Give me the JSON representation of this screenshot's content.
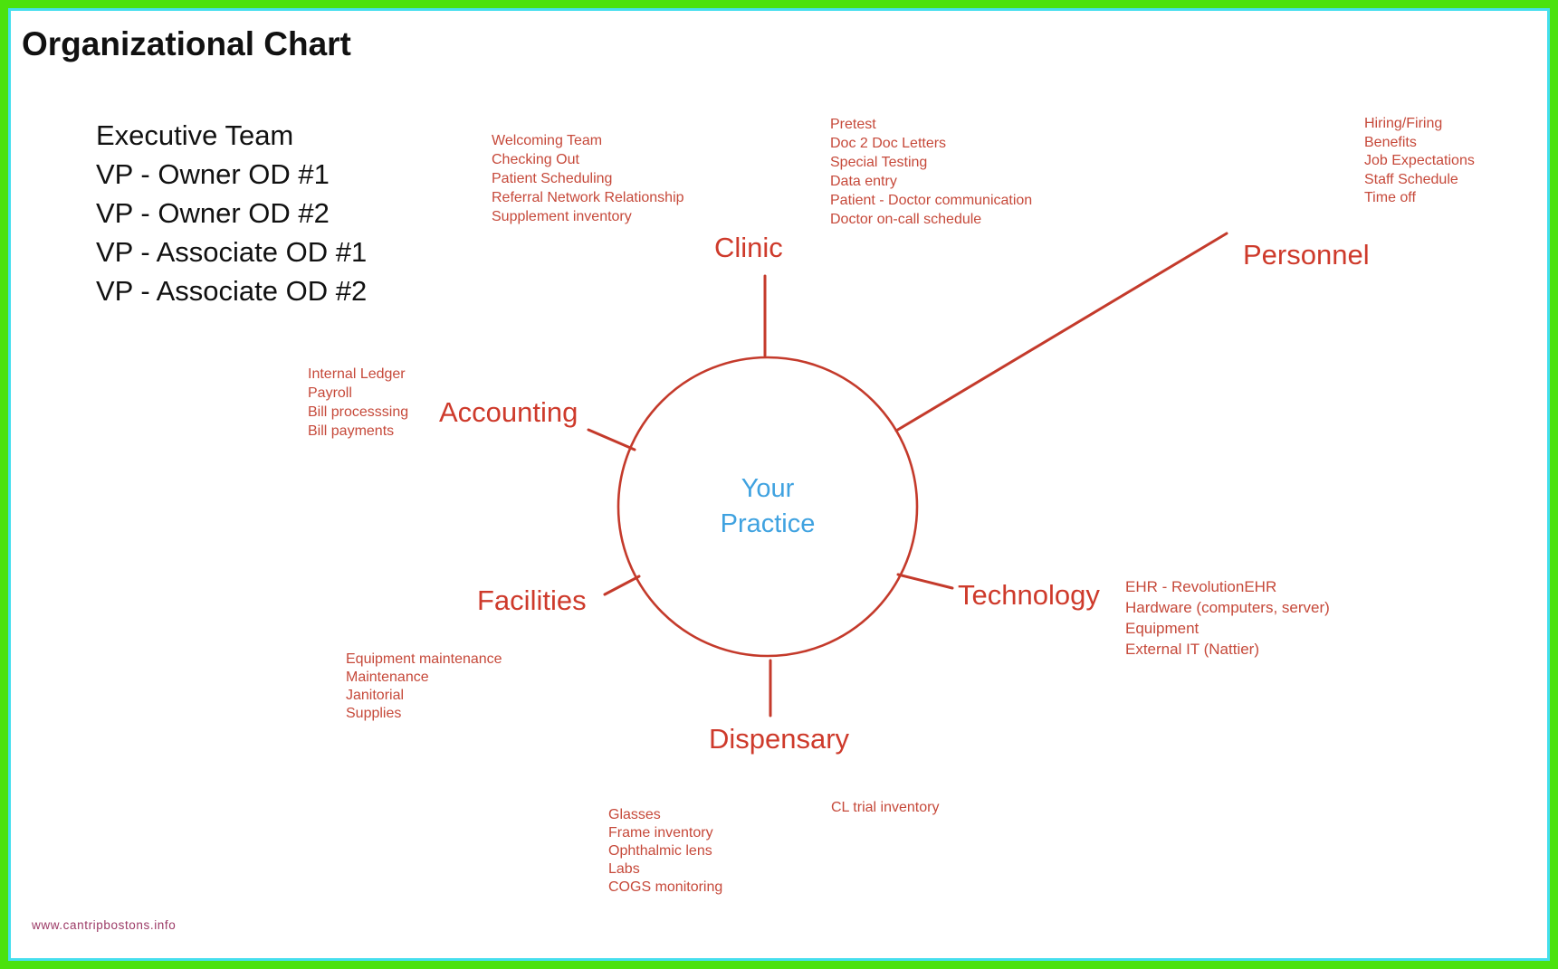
{
  "page": {
    "title": "Organizational Chart",
    "watermark": "www.cantripbostons.info"
  },
  "colors": {
    "border_green": "#4be20e",
    "border_cyan": "#45dfee",
    "red_text": "#c6493a",
    "red_label": "#ce3a2b",
    "line_red": "#c43a2b",
    "center_blue": "#3fa2e0",
    "title_black": "#111111",
    "watermark_purple": "#9c3a66"
  },
  "executive_team": {
    "lines": [
      "Executive Team",
      "VP - Owner OD #1",
      "VP - Owner OD #2",
      "VP - Associate OD #1",
      "VP - Associate OD #2"
    ]
  },
  "center": {
    "line1": "Your",
    "line2": "Practice"
  },
  "branches": {
    "clinic": {
      "label": "Clinic",
      "items_left": [
        "Welcoming Team",
        "Checking Out",
        "Patient Scheduling",
        "Referral Network Relationship",
        "Supplement inventory"
      ],
      "items_right": [
        "Pretest",
        "Doc 2 Doc Letters",
        "Special Testing",
        "Data entry",
        "Patient - Doctor communication",
        "Doctor on-call schedule"
      ]
    },
    "personnel": {
      "label": "Personnel",
      "items": [
        "Hiring/Firing",
        "Benefits",
        "Job Expectations",
        "Staff Schedule",
        "Time off"
      ]
    },
    "accounting": {
      "label": "Accounting",
      "items": [
        "Internal Ledger",
        "Payroll",
        "Bill processsing",
        "Bill payments"
      ]
    },
    "facilities": {
      "label": "Facilities",
      "items": [
        "Equipment maintenance",
        "Maintenance",
        "Janitorial",
        "Supplies"
      ]
    },
    "technology": {
      "label": "Technology",
      "items": [
        "EHR - RevolutionEHR",
        "Hardware (computers, server)",
        "Equipment",
        "External IT (Nattier)"
      ]
    },
    "dispensary": {
      "label": "Dispensary",
      "items": [
        "Glasses",
        "Frame inventory",
        "Ophthalmic lens",
        "Labs",
        "COGS monitoring"
      ],
      "items_right": [
        "CL trial inventory"
      ]
    }
  }
}
